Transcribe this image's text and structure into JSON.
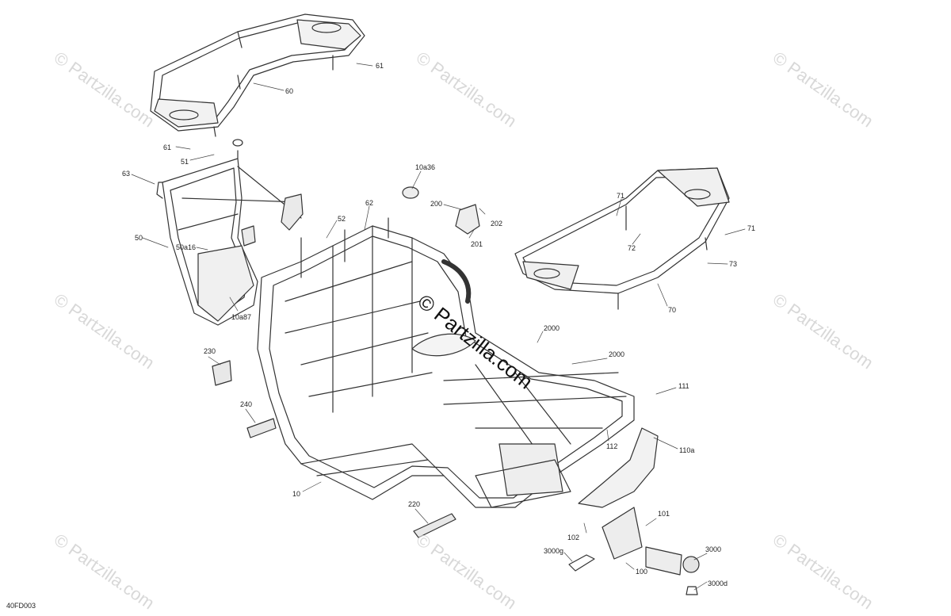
{
  "diagram_code": "40FD003",
  "watermark": "© Partzilla.com",
  "watermark_center": "© Partzilla.com",
  "callouts": [
    {
      "key": "c61a",
      "text": "61"
    },
    {
      "key": "c60",
      "text": "60"
    },
    {
      "key": "c61b",
      "text": "61"
    },
    {
      "key": "c51",
      "text": "51"
    },
    {
      "key": "c63",
      "text": "63"
    },
    {
      "key": "c50",
      "text": "50"
    },
    {
      "key": "c50a16",
      "text": "50a16"
    },
    {
      "key": "c10a87",
      "text": "10a87"
    },
    {
      "key": "c52",
      "text": "52"
    },
    {
      "key": "c62",
      "text": "62"
    },
    {
      "key": "c10a36",
      "text": "10a36"
    },
    {
      "key": "c200",
      "text": "200"
    },
    {
      "key": "c202",
      "text": "202"
    },
    {
      "key": "c201",
      "text": "201"
    },
    {
      "key": "c71a",
      "text": "71"
    },
    {
      "key": "c71b",
      "text": "71"
    },
    {
      "key": "c72",
      "text": "72"
    },
    {
      "key": "c73",
      "text": "73"
    },
    {
      "key": "c70",
      "text": "70"
    },
    {
      "key": "c230",
      "text": "230"
    },
    {
      "key": "c240",
      "text": "240"
    },
    {
      "key": "c2000a",
      "text": "2000"
    },
    {
      "key": "c2000b",
      "text": "2000"
    },
    {
      "key": "c111",
      "text": "111"
    },
    {
      "key": "c112",
      "text": "112"
    },
    {
      "key": "c110a",
      "text": "110a"
    },
    {
      "key": "c10",
      "text": "10"
    },
    {
      "key": "c220",
      "text": "220"
    },
    {
      "key": "c101",
      "text": "101"
    },
    {
      "key": "c102",
      "text": "102"
    },
    {
      "key": "c3000",
      "text": "3000"
    },
    {
      "key": "c3000g",
      "text": "3000g"
    },
    {
      "key": "c100",
      "text": "100"
    },
    {
      "key": "c3000d",
      "text": "3000d"
    }
  ]
}
